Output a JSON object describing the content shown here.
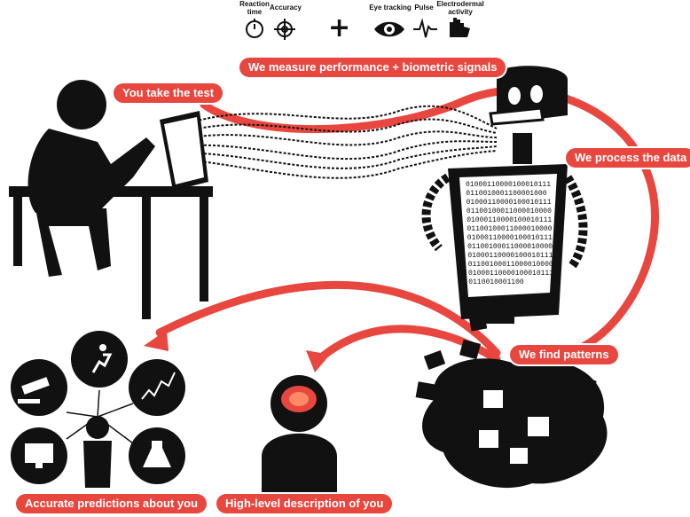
{
  "metrics": {
    "reaction_time": "Reaction time",
    "accuracy": "Accuracy",
    "plus": "+",
    "eye_tracking": "Eye tracking",
    "pulse": "Pulse",
    "electrodermal": "Electrodermal activity"
  },
  "steps": {
    "take_test": "You take the test",
    "measure": "We measure performance + biometric signals",
    "process": "We process the data",
    "patterns": "We find patterns",
    "predictions": "Accurate predictions about you",
    "description": "High-level description of you"
  },
  "robot_screen": [
    "01000110000100010111",
    "0110010001100001000",
    "01000110000100010111",
    "01100100011000010000",
    "01000110000100010111",
    "01100100011000010000",
    "01000110000100010111",
    "01100100011000010000",
    "01000110000100010111",
    "01100100011000010000",
    "01000110000100010111",
    "0110010001100"
  ],
  "colors": {
    "accent": "#e8473f",
    "ink": "#111111",
    "brain": "#e8473f"
  },
  "icons": [
    "stopwatch-icon",
    "crosshair-icon",
    "eye-icon",
    "pulse-icon",
    "hand-icon",
    "gavel-icon",
    "running-person-icon",
    "trend-chart-icon",
    "monitor-icon",
    "flask-icon"
  ]
}
